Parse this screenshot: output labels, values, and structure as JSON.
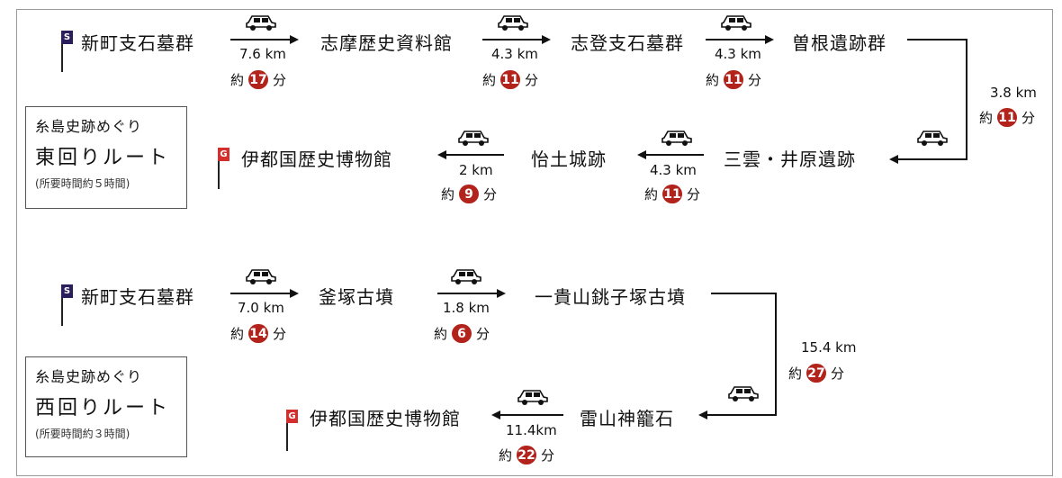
{
  "colors": {
    "start_flag": "#2a1f5c",
    "goal_flag": "#d32f2f",
    "minute_badge": "#b2231c",
    "line": "#111111"
  },
  "east_route": {
    "box": {
      "title": "糸島史跡めぐり",
      "name": "東回りルート",
      "duration": "(所要時間約５時間)"
    },
    "start_marker": "S",
    "goal_marker": "G",
    "stops": [
      "新町支石墓群",
      "志摩歴史資料館",
      "志登支石墓群",
      "曽根遺跡群",
      "三雲・井原遺跡",
      "怡土城跡",
      "伊都国歴史博物館"
    ],
    "legs": [
      {
        "distance": "7.6 km",
        "prefix": "約",
        "minutes": "17",
        "suffix": "分"
      },
      {
        "distance": "4.3 km",
        "prefix": "約",
        "minutes": "11",
        "suffix": "分"
      },
      {
        "distance": "4.3 km",
        "prefix": "約",
        "minutes": "11",
        "suffix": "分"
      },
      {
        "distance": "3.8 km",
        "prefix": "約",
        "minutes": "11",
        "suffix": "分"
      },
      {
        "distance": "4.3 km",
        "prefix": "約",
        "minutes": "11",
        "suffix": "分"
      },
      {
        "distance": "2 km",
        "prefix": "約",
        "minutes": "9",
        "suffix": "分"
      }
    ]
  },
  "west_route": {
    "box": {
      "title": "糸島史跡めぐり",
      "name": "西回りルート",
      "duration": "(所要時間約３時間)"
    },
    "start_marker": "S",
    "goal_marker": "G",
    "stops": [
      "新町支石墓群",
      "釜塚古墳",
      "一貴山銚子塚古墳",
      "雷山神籠石",
      "伊都国歴史博物館"
    ],
    "legs": [
      {
        "distance": "7.0 km",
        "prefix": "約",
        "minutes": "14",
        "suffix": "分"
      },
      {
        "distance": "1.8 km",
        "prefix": "約",
        "minutes": "6",
        "suffix": "分"
      },
      {
        "distance": "15.4 km",
        "prefix": "約",
        "minutes": "27",
        "suffix": "分"
      },
      {
        "distance": "11.4km",
        "prefix": "約",
        "minutes": "22",
        "suffix": "分"
      }
    ]
  },
  "icons": {
    "car": "car-icon"
  }
}
